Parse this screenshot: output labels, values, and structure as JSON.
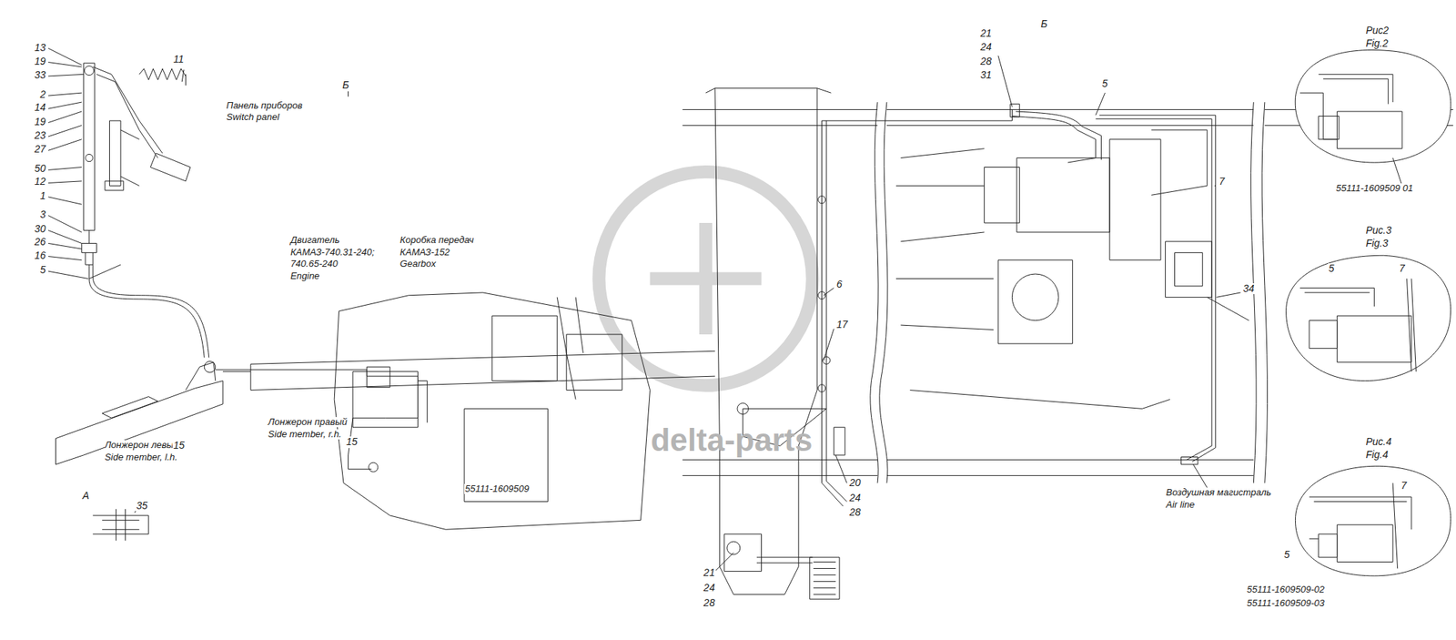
{
  "diagram": {
    "labels": [
      "13",
      "19",
      "33",
      "2",
      "14",
      "19",
      "23",
      "27",
      "50",
      "12",
      "1",
      "3",
      "30",
      "26",
      "16",
      "5",
      "11",
      "Панель приборов",
      "Switch panel",
      "Б",
      "Двигатель",
      "КАМАЗ-740.31-240;",
      "740.65-240",
      "Engine",
      "Коробка передач",
      "КАМАЗ-152",
      "Gearbox",
      "Лонжерон левый",
      "Side member, l.h.",
      "15",
      "Лонжерон правый",
      "Side member, r.h.",
      "15",
      "55111-1609509",
      "А",
      "35",
      "Б",
      "21",
      "24",
      "28",
      "31",
      "5",
      "7",
      "6",
      "17",
      "34",
      "20",
      "24",
      "28",
      "21",
      "24",
      "28",
      "Воздушная магистраль",
      "Air line",
      "Рис2",
      "Fig.2",
      "55111-1609509 01",
      "Рис.3",
      "Fig.3",
      "5",
      "7",
      "Рис.4",
      "Fig.4",
      "7",
      "5",
      "55111-1609509-02",
      "55111-1609509-03",
      "delta-parts"
    ]
  }
}
